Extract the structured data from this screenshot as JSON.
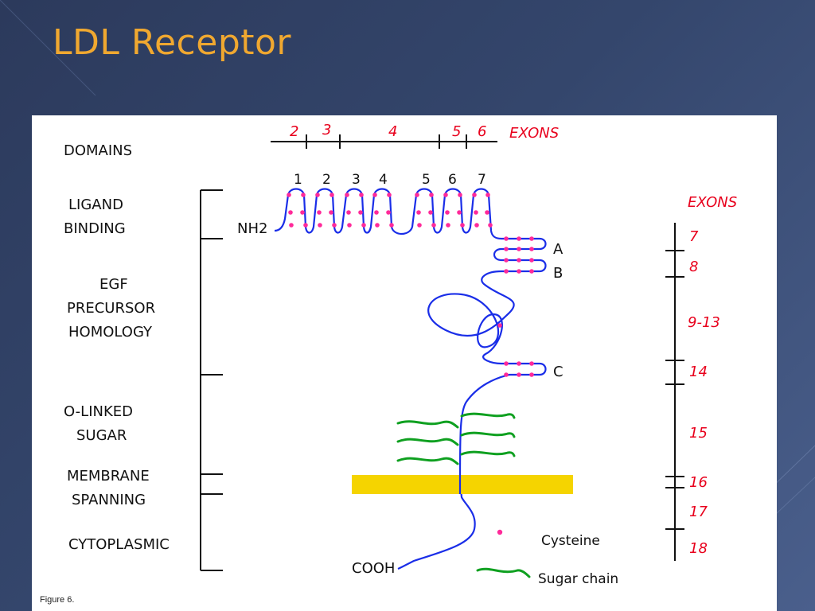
{
  "slide": {
    "title": "LDL Receptor",
    "caption": "Figure 6."
  },
  "diagram": {
    "domains_label": "DOMAINS",
    "top_exons": [
      "2",
      "3",
      "4",
      "5",
      "6"
    ],
    "top_exons_label": "EXONS",
    "ligand_repeats": [
      "1",
      "2",
      "3",
      "4",
      "5",
      "6",
      "7"
    ],
    "domain_labels": {
      "ligand_1": "LIGAND",
      "ligand_2": "BINDING",
      "egf_1": "EGF",
      "egf_2": "PRECURSOR",
      "egf_3": "HOMOLOGY",
      "olink_1": "O-LINKED",
      "olink_2": "SUGAR",
      "mem_1": "MEMBRANE",
      "mem_2": "SPANNING",
      "cyto": "CYTOPLASMIC"
    },
    "n_terminus": "NH2",
    "c_terminus": "COOH",
    "egf_repeats": [
      "A",
      "B",
      "C"
    ],
    "right_exons_label": "EXONS",
    "right_exons": [
      "7",
      "8",
      "9-13",
      "14",
      "15",
      "16",
      "17",
      "18"
    ],
    "legend": {
      "cysteine": "Cysteine",
      "sugar": "Sugar chain"
    },
    "colors": {
      "chain": "#1a2ee8",
      "cysteine": "#ff2a9a",
      "sugar": "#0fa020",
      "membrane": "#f5d400",
      "exon_text": "#e8001c",
      "title": "#f0a830"
    }
  }
}
